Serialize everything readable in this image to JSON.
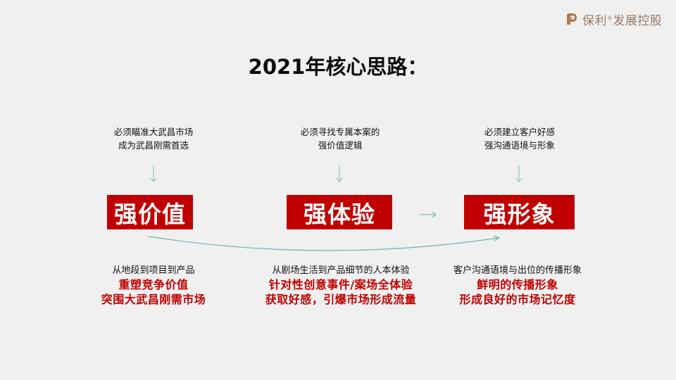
{
  "brand": {
    "logo_icon": "poly-p-logo-icon",
    "name": "保利",
    "registered": "®",
    "suffix": "发展控股",
    "color": "#9a7b62"
  },
  "title": "2021年核心思路：",
  "colors": {
    "accent_red": "#c00000",
    "arrow_teal": "#8fc3c3",
    "background": "#f0f0f0"
  },
  "columns": [
    {
      "requirement": [
        "必须瞄准大武昌市场",
        "成为武昌刚需首选"
      ],
      "pillar": "强价值",
      "subtitle": "从地段到项目到产品",
      "highlights": [
        "重塑竞争价值",
        "突围大武昌刚需市场"
      ]
    },
    {
      "requirement": [
        "必须寻找专属本案的",
        "强价值逻辑"
      ],
      "pillar": "强体验",
      "subtitle": "从剧场生活到产品细节的人本体验",
      "highlights": [
        "针对性创意事件/案场全体验",
        "获取好感，引爆市场形成流量"
      ]
    },
    {
      "requirement": [
        "必须建立客户好感",
        "强沟通语境与形象"
      ],
      "pillar": "强形象",
      "subtitle": "客户沟通语境与出位的传播形象",
      "highlights": [
        "鲜明的传播形象",
        "形成良好的市场记忆度"
      ]
    }
  ]
}
